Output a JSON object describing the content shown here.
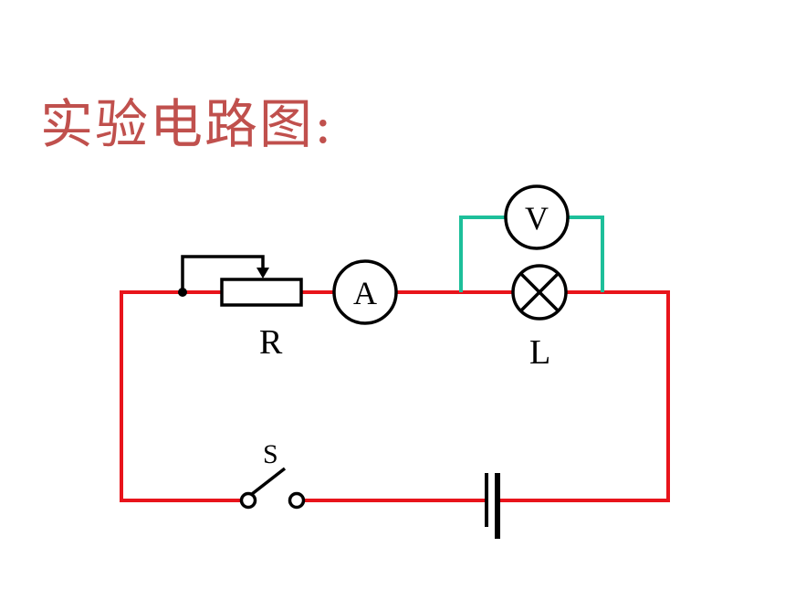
{
  "title": "实验电路图:",
  "labels": {
    "rheostat": "R",
    "ammeter": "A",
    "voltmeter": "V",
    "lamp": "L",
    "switch": "S"
  },
  "colors": {
    "title": "#c0504d",
    "main_wire": "#e8141b",
    "voltmeter_wire": "#1dbf9a",
    "symbol": "#000000"
  }
}
